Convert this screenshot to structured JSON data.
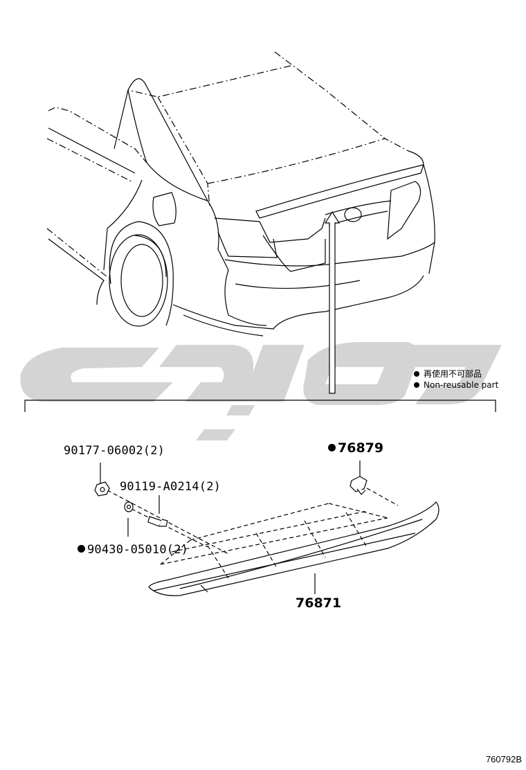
{
  "legend": {
    "items": [
      {
        "text": "再使用不可部品"
      },
      {
        "text": "Non-reusable part"
      }
    ]
  },
  "parts": [
    {
      "number": "90177-06002(2)",
      "non_reusable": false
    },
    {
      "number": "90119-A0214(2)",
      "non_reusable": false
    },
    {
      "number": "90430-05010(2)",
      "non_reusable": true
    },
    {
      "number": "76879",
      "non_reusable": true
    },
    {
      "number": "76871",
      "non_reusable": false
    }
  ],
  "drawing_code": "760792B",
  "colors": {
    "line": "#000000",
    "watermark": "#d4d4d4"
  }
}
